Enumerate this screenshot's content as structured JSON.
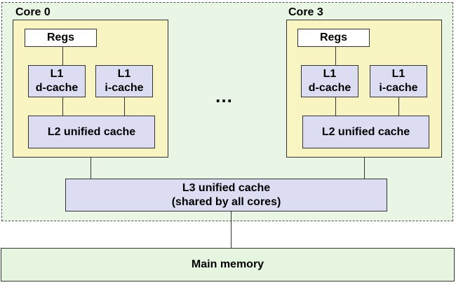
{
  "colors": {
    "chip_bg": "#e9f6e6",
    "core_bg": "#f8f5c3",
    "cache_bg": "#dcdcf3",
    "memory_bg": "#e6f5e0"
  },
  "cores": [
    {
      "label": "Core 0",
      "regs": "Regs",
      "l1d": [
        "L1",
        "d-cache"
      ],
      "l1i": [
        "L1",
        "i-cache"
      ],
      "l2": "L2 unified cache"
    },
    {
      "label": "Core 3",
      "regs": "Regs",
      "l1d": [
        "L1",
        "d-cache"
      ],
      "l1i": [
        "L1",
        "i-cache"
      ],
      "l2": "L2 unified cache"
    }
  ],
  "ellipsis": "…",
  "l3": {
    "line1": "L3 unified cache",
    "line2": "(shared by all cores)"
  },
  "memory": {
    "label": "Main memory"
  }
}
